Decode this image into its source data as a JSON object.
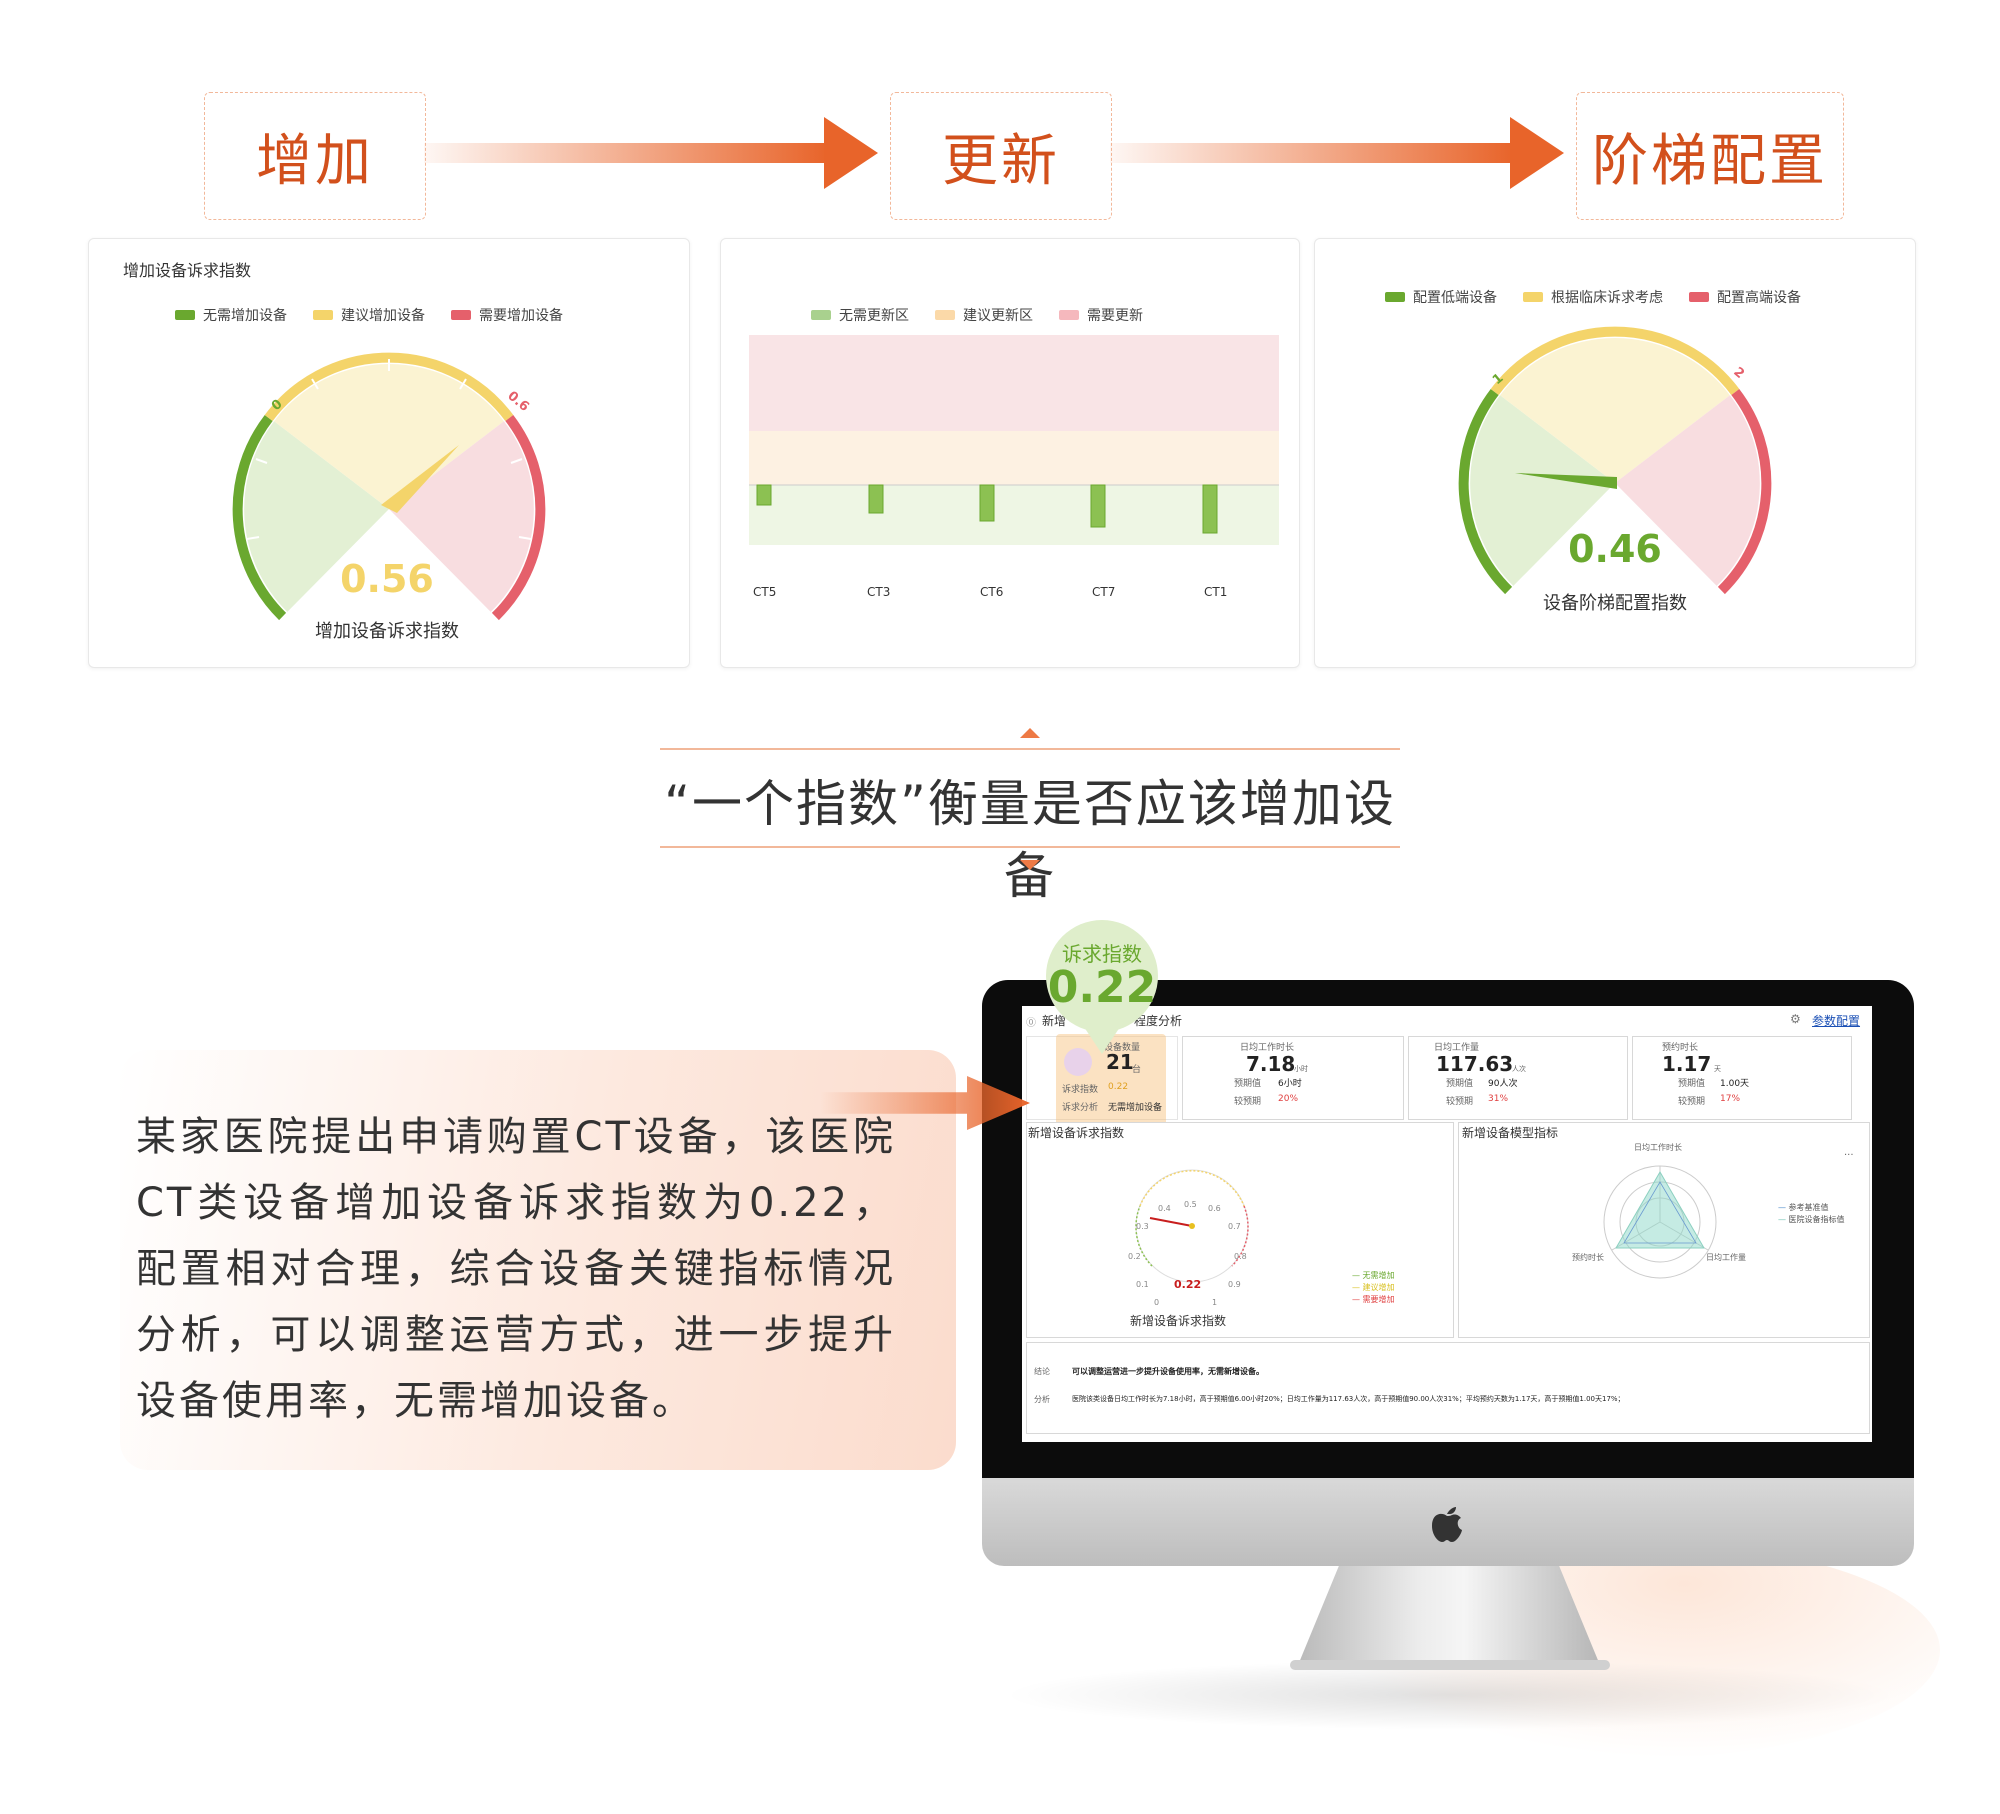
{
  "steps": [
    {
      "label": "增加"
    },
    {
      "label": "更新"
    },
    {
      "label": "阶梯配置"
    }
  ],
  "gauge_add": {
    "title": "增加设备诉求指数",
    "legend": [
      "无需增加设备",
      "建议增加设备",
      "需要增加设备"
    ],
    "value": "0.56",
    "value_num": 0.56,
    "min_label": "0",
    "max_label": "0.6",
    "name": "增加设备诉求指数"
  },
  "update_chart": {
    "legend": [
      "无需更新区",
      "建议更新区",
      "需要更新"
    ],
    "categories": [
      "CT5",
      "CT3",
      "CT6",
      "CT7",
      "CT1"
    ]
  },
  "gauge_tier": {
    "legend": [
      "配置低端设备",
      "根据临床诉求考虑",
      "配置高端设备"
    ],
    "value": "0.46",
    "value_num": 0.46,
    "min_label": "1",
    "max_label": "2",
    "name": "设备阶梯配置指数"
  },
  "headline": "“一个指数”衡量是否应该增加设备",
  "description": "某家医院提出申请购置CT设备，该医院CT类设备增加设备诉求指数为0.22，配置相对合理，综合设备关键指标情况分析，可以调整运营方式，进一步提升设备使用率，无需增加设备。",
  "callout": {
    "label": "诉求指数",
    "value": "0.22"
  },
  "screen": {
    "title_left": "新增",
    "title_right": "程度分析",
    "config_link": "参数配置",
    "device_count": "21",
    "device_count_unit": "台",
    "device_label": "设备数量",
    "index_label": "诉求指数",
    "index_value": "0.22",
    "analysis_label": "诉求分析",
    "analysis_value": "无需增加设备",
    "kpis": [
      {
        "title": "日均工作时长",
        "value": "7.18",
        "unit": "小时",
        "expect_label": "预期值",
        "expect": "6小时",
        "compare_label": "较预期",
        "compare": "20%"
      },
      {
        "title": "日均工作量",
        "value": "117.63",
        "unit": "人次",
        "expect_label": "预期值",
        "expect": "90人次",
        "compare_label": "较预期",
        "compare": "31%"
      },
      {
        "title": "预约时长",
        "value": "1.17",
        "unit": "天",
        "expect_label": "预期值",
        "expect": "1.00天",
        "compare_label": "较预期",
        "compare": "17%"
      }
    ],
    "gauge_panel_title": "新增设备诉求指数",
    "gauge_value": "0.22",
    "gauge_value_num": 0.22,
    "gauge_ticks": [
      "0",
      "0.1",
      "0.2",
      "0.3",
      "0.4",
      "0.5",
      "0.6",
      "0.7",
      "0.8",
      "0.9",
      "1"
    ],
    "gauge_name": "新增设备诉求指数",
    "gauge_legend": [
      "无需增加",
      "建议增加",
      "需要增加"
    ],
    "radar_panel_title": "新增设备模型指标",
    "radar_axes": [
      "日均工作时长",
      "日均工作量",
      "预约时长"
    ],
    "radar_legend": [
      "参考基准值",
      "医院设备指标值"
    ],
    "more": "···",
    "conclusion_label": "结论",
    "conclusion": "可以调整运营进一步提升设备使用率，无需新增设备。",
    "analysis_row_label": "分析",
    "analysis_text": "医院该类设备日均工作时长为7.18小时，高于预期值6.00小时20%；日均工作量为117.63人次，高于预期值90.00人次31%；平均预约天数为1.17天，高于预期值1.00天17%；"
  },
  "colors": {
    "accent": "#e8642a",
    "green": "#6aa82f",
    "yellow": "#f4d46a",
    "red": "#e5606b"
  }
}
